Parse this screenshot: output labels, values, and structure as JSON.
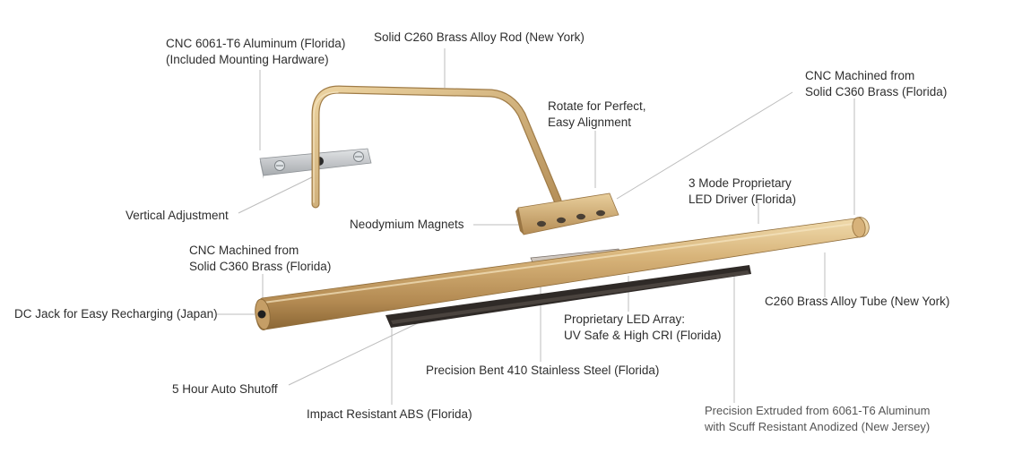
{
  "colors": {
    "brass_light": "#e8cd98",
    "brass_mid": "#c9a46a",
    "brass_dark": "#8f6c3a",
    "aluminum": "#c6c9cc",
    "dark_strip": "#2f2a27",
    "leader": "#bdbdbd"
  },
  "labels": {
    "mount_material": [
      "CNC 6061-T6 Aluminum (Florida)",
      "(Included Mounting Hardware)"
    ],
    "rod_material": "Solid C260 Brass Alloy Rod (New York)",
    "rotate": [
      "Rotate for Perfect,",
      "Easy Alignment"
    ],
    "cap_right": [
      "CNC Machined from",
      "Solid C360 Brass (Florida)"
    ],
    "vertical_adjustment": "Vertical Adjustment",
    "magnets": "Neodymium Magnets",
    "led_driver": [
      "3 Mode Proprietary",
      "LED Driver (Florida)"
    ],
    "cap_left": [
      "CNC Machined from",
      "Solid C360 Brass (Florida)"
    ],
    "dc_jack": "DC Jack for Easy Recharging (Japan)",
    "tube": "C260 Brass Alloy Tube (New York)",
    "led_array": [
      "Proprietary LED Array:",
      "UV Safe & High CRI (Florida)"
    ],
    "steel": "Precision Bent 410 Stainless Steel (Florida)",
    "shutoff": "5 Hour Auto Shutoff",
    "abs": "Impact Resistant ABS (Florida)",
    "extrusion": [
      "Precision Extruded from 6061-T6 Aluminum",
      "with Scuff Resistant Anodized (New Jersey)"
    ]
  }
}
